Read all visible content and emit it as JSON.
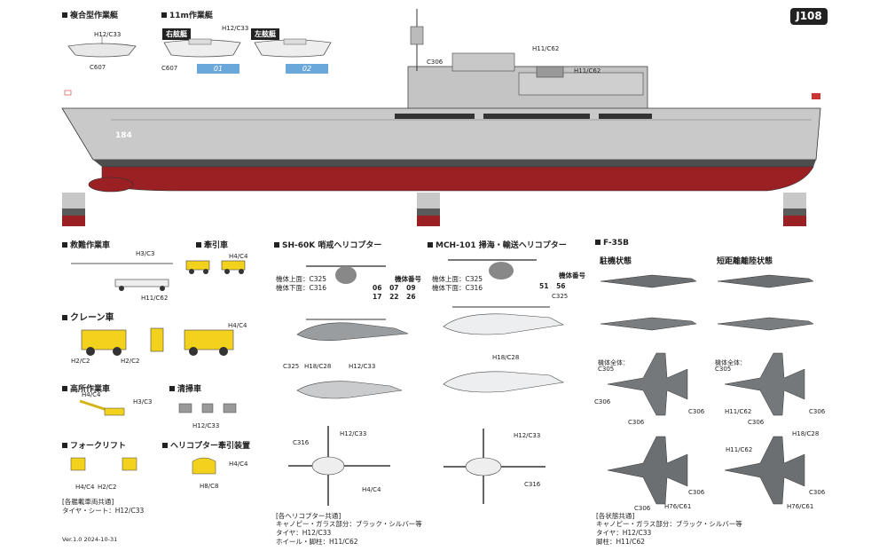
{
  "code": "J108",
  "version": "Ver.1.0 2024-10-31",
  "sections": {
    "composite_boat": {
      "title": "複合型作業艇",
      "labels": [
        "H12/C33",
        "C607"
      ]
    },
    "work_boat_11m": {
      "title": "11m作業艇",
      "starboard": "右舷艇",
      "port": "左舷艇",
      "labels": [
        "H12/C33",
        "C607"
      ],
      "starboard_mark": "01",
      "port_mark": "02"
    },
    "ship": {
      "hull_number": "184",
      "labels": [
        "C306",
        "H11/C62",
        "H11/C62"
      ]
    },
    "rescue_vehicle": {
      "title": "救難作業車",
      "labels": [
        "H3/C3",
        "H11/C62"
      ]
    },
    "tow_tractor": {
      "title": "牽引車",
      "labels": [
        "H4/C4"
      ]
    },
    "crane": {
      "title": "クレーン車",
      "labels": [
        "H2/C2",
        "H2/C2",
        "H4/C4"
      ]
    },
    "aerial_vehicle": {
      "title": "高所作業車",
      "labels": [
        "H4/C4",
        "H3/C3"
      ]
    },
    "sweeper": {
      "title": "清掃車",
      "labels": [
        "H12/C33"
      ]
    },
    "forklift": {
      "title": "フォークリフト",
      "labels": [
        "H4/C4",
        "H2/C2"
      ]
    },
    "heli_tow": {
      "title": "ヘリコプター牽引装置",
      "labels": [
        "H4/C4",
        "H8/C8"
      ]
    },
    "common_vehicles": {
      "title": "[各艦載車両共通]",
      "line": "タイヤ・シート：H12/C33"
    },
    "sh60k": {
      "title": "SH-60K 哨戒ヘリコプター",
      "upper": "機体上面：C325",
      "lower": "機体下面：C316",
      "serial_title": "機体番号",
      "serials": [
        "06",
        "07",
        "09",
        "17",
        "22",
        "26"
      ],
      "labels": [
        "C325",
        "H18/C28",
        "H12/C33",
        "C316",
        "H12/C33",
        "H4/C4"
      ]
    },
    "mch101": {
      "title": "MCH-101 掃海・輸送ヘリコプター",
      "upper": "機体上面：C325",
      "lower": "機体下面：C316",
      "serial_title": "機体番号",
      "serials": [
        "51",
        "56"
      ],
      "labels": [
        "C325",
        "H18/C28",
        "H12/C33",
        "C316"
      ]
    },
    "common_heli": {
      "title": "[各ヘリコプター共通]",
      "lines": [
        "キャノピー・ガラス部分：ブラック・シルバー等",
        "タイヤ：H12/C33",
        "ホイール・脚柱：H11/C62"
      ]
    },
    "f35b": {
      "title": "F-35B",
      "parked": "駐機状態",
      "stovl": "短距離離陸状態",
      "body_all_title": "機体全体：",
      "body_all": "C305",
      "labels": [
        "C306",
        "C306",
        "C306",
        "C306",
        "H11/C62",
        "C306",
        "H18/C28",
        "H11/C62",
        "C306",
        "H76/C61",
        "C306",
        "H76/C61",
        "C306"
      ]
    },
    "common_f35": {
      "title": "[各状態共通]",
      "lines": [
        "キャノピー・ガラス部分：ブラック・シルバー等",
        "タイヤ：H12/C33",
        "脚柱：H11/C62"
      ]
    }
  },
  "colors": {
    "hull_red": "#9a2024",
    "deck_gray": "#c8c8c8",
    "vehicle_yellow": "#f2d21c",
    "aircraft_gray": "#7a7d80"
  }
}
